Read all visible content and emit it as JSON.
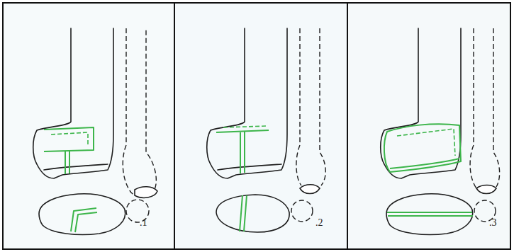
{
  "diagram": {
    "labels": [
      ".1",
      ".2",
      ".3"
    ]
  }
}
